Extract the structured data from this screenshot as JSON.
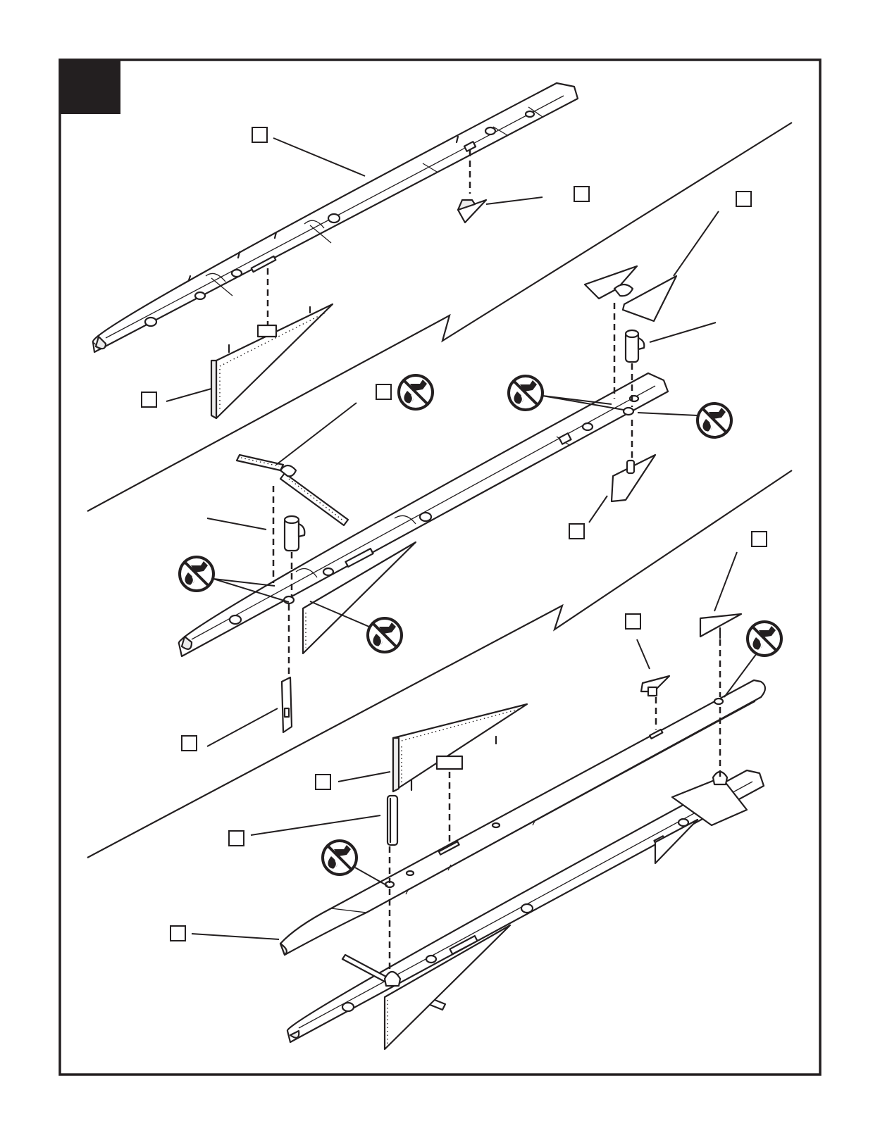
{
  "step": {
    "number": ""
  },
  "colors": {
    "ink": "#231f20",
    "paper": "#ffffff",
    "plastic_shade": "#ececec"
  },
  "icons": {
    "no_glue": "no-glue-icon",
    "part_callout": "part-number-box"
  },
  "part_callouts": [
    {
      "id": "c1",
      "label": ""
    },
    {
      "id": "c2",
      "label": ""
    },
    {
      "id": "c3",
      "label": ""
    },
    {
      "id": "c4",
      "label": ""
    },
    {
      "id": "c5",
      "label": ""
    },
    {
      "id": "c6",
      "label": ""
    },
    {
      "id": "c7",
      "label": ""
    },
    {
      "id": "c8",
      "label": ""
    },
    {
      "id": "c9",
      "label": ""
    },
    {
      "id": "c10",
      "label": ""
    },
    {
      "id": "c11",
      "label": ""
    },
    {
      "id": "c12",
      "label": ""
    },
    {
      "id": "c13",
      "label": ""
    },
    {
      "id": "c14",
      "label": ""
    }
  ]
}
